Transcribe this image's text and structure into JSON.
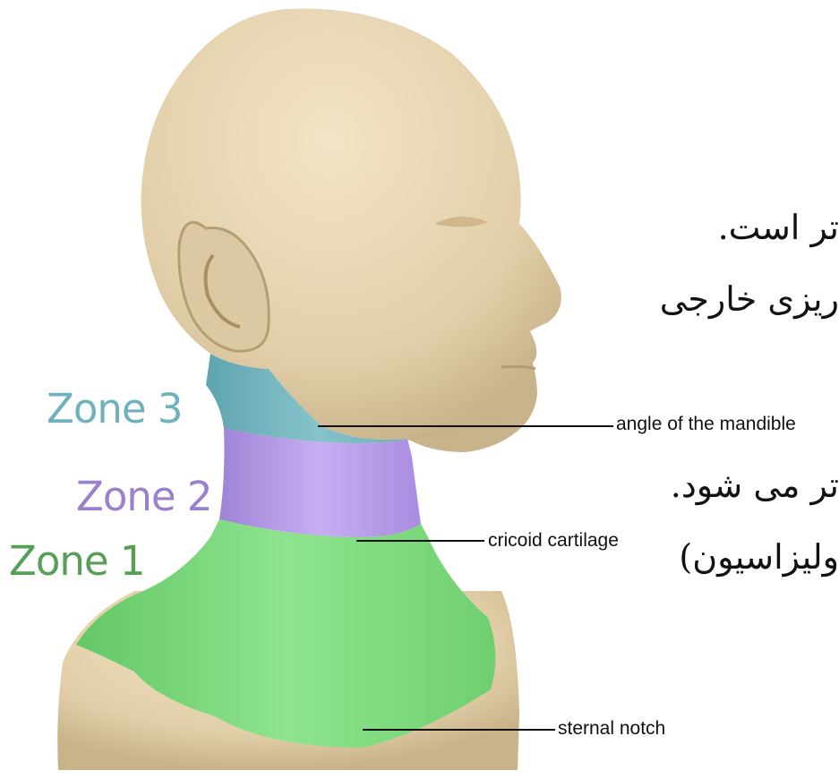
{
  "zones": [
    {
      "label": "Zone 3",
      "color": "#6fb2bd"
    },
    {
      "label": "Zone 2",
      "color": "#9b80cf"
    },
    {
      "label": "Zone 1",
      "color": "#55a055"
    }
  ],
  "callouts": {
    "mandible": "angle of the mandible",
    "cricoid": "cricoid cartilage",
    "sternal": "sternal notch"
  },
  "persian_lines": [
    "تر است.",
    "ریزی خارجی",
    "تر می شود.",
    "ولیزاسیون)"
  ],
  "colors": {
    "skin": "#e7d6b4",
    "skin_shade": "#c9b38b",
    "zone3": "#7fbcc4",
    "zone2": "#b799e6",
    "zone1": "#79d77a"
  }
}
